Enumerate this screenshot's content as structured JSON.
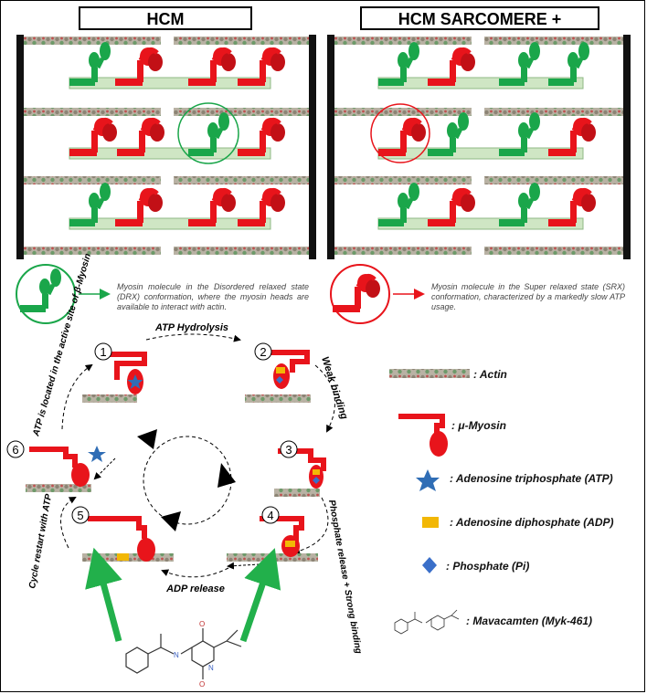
{
  "panels": {
    "left_title": "HCM",
    "right_title": "HCM SARCOMERE +"
  },
  "states": {
    "drx": "Myosin molecule in the Disordered relaxed state (DRX) conformation, where the myosin heads are available to interact with actin.",
    "srx": "Myosin molecule in the Super relaxed state (SRX) conformation, characterized by a markedly slow ATP usage."
  },
  "cycle": {
    "steps": [
      "1",
      "2",
      "3",
      "4",
      "5",
      "6"
    ],
    "atp_hydrolysis": "ATP Hydrolysis",
    "weak_binding": "Weak binding",
    "phosphate_release": "Phosphate release + Strong binding",
    "adp_release": "ADP release",
    "restart": "Cycle restart with ATP",
    "atp_site": "ATP is located in the active site of β-Myosin"
  },
  "legend": {
    "actin": ": Actin",
    "myosin": ": μ-Myosin",
    "atp": ": Adenosine triphosphate (ATP)",
    "adp": ": Adenosine diphosphate (ADP)",
    "pi": ": Phosphate (Pi)",
    "mava": ": Mavacamten (Myk-461)"
  },
  "colors": {
    "drx_green": "#1aa64a",
    "srx_red": "#e8141b",
    "atp_blue": "#2f6db5",
    "adp_yellow": "#f2b705",
    "pi_blue": "#3a6fc9",
    "arrow_green": "#22b04b"
  }
}
